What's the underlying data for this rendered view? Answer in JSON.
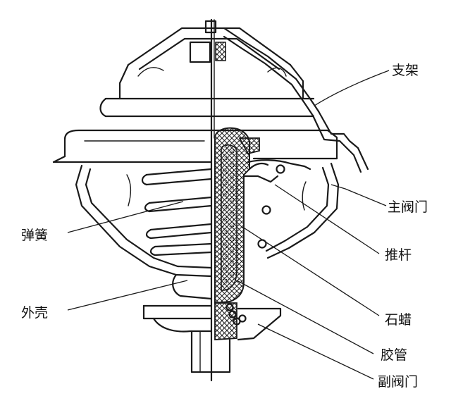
{
  "labels": {
    "bracket": "支架",
    "main_valve": "主阀门",
    "spring": "弹簧",
    "push_rod": "推杆",
    "housing": "外壳",
    "paraffin": "石蜡",
    "rubber_tube": "胶管",
    "auxiliary_valve": "副阀门"
  }
}
